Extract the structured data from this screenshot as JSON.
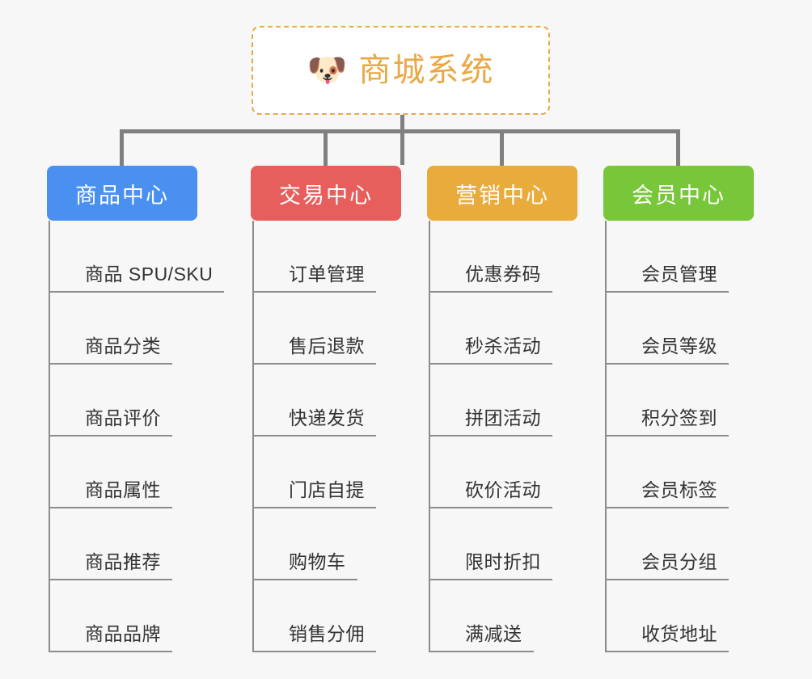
{
  "background_color": "#f7f7f7",
  "root": {
    "icon": "shiba-dog-face-emoji",
    "icon_glyph": "🐶",
    "title": "商城系统",
    "text_color": "#eaa845",
    "border_color": "#eaa845",
    "border_style": "dashed",
    "fill_color": "#ffffff"
  },
  "connector_color": "#808080",
  "branches": [
    {
      "title": "商品中心",
      "color": "#4a90f0",
      "items": [
        "商品 SPU/SKU",
        "商品分类",
        "商品评价",
        "商品属性",
        "商品推荐",
        "商品品牌"
      ]
    },
    {
      "title": "交易中心",
      "color": "#e65f5c",
      "items": [
        "订单管理",
        "售后退款",
        "快递发货",
        "门店自提",
        "购物车",
        "销售分佣"
      ]
    },
    {
      "title": "营销中心",
      "color": "#e9ac3c",
      "items": [
        "优惠券码",
        "秒杀活动",
        "拼团活动",
        "砍价活动",
        "限时折扣",
        "满减送"
      ]
    },
    {
      "title": "会员中心",
      "color": "#78c63a",
      "items": [
        "会员管理",
        "会员等级",
        "积分签到",
        "会员标签",
        "会员分组",
        "收货地址"
      ]
    }
  ]
}
